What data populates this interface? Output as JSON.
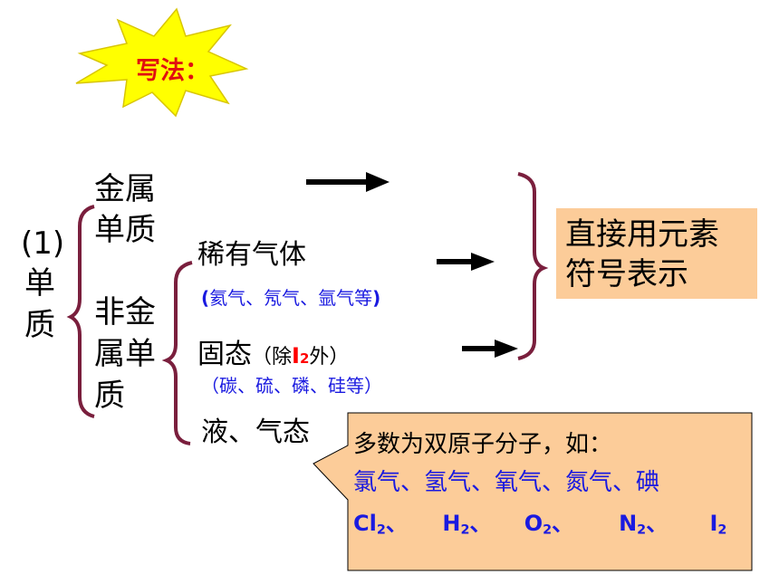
{
  "burst": {
    "text": "写法："
  },
  "left": {
    "num": "(1)",
    "c1": "单",
    "c2": "质"
  },
  "metal": {
    "line1": "金属",
    "line2": "单质"
  },
  "nonmetal": {
    "line1": "非金",
    "line2": "属单",
    "line3": "质"
  },
  "rare_gas": {
    "title": "稀有气体",
    "paren_open": "(",
    "examples": "氦气、氖气、氩气等",
    "paren_close": ")"
  },
  "solid": {
    "title": "固态",
    "note_open": "（除",
    "note_I": "I",
    "note_sub": "2",
    "note_close": "外）",
    "examples": "（碳、硫、磷、硅等）"
  },
  "liquid_gas": {
    "title": "液、气态"
  },
  "result": {
    "line1": "直接用元素",
    "line2": "符号表示"
  },
  "callout": {
    "line1": "多数为双原子分子，如：",
    "line2": "氯气、氢气、氧气、氮气、碘",
    "formulas": [
      {
        "sym": "Cl",
        "sub": "2",
        "sep": "、"
      },
      {
        "sym": "H",
        "sub": "2",
        "sep": "、"
      },
      {
        "sym": "O",
        "sub": "2",
        "sep": "、"
      },
      {
        "sym": "N",
        "sub": "2",
        "sep": "、"
      },
      {
        "sym": "I",
        "sub": "2",
        "sep": ""
      }
    ]
  },
  "colors": {
    "burst_fill": "#ffff00",
    "burst_text": "#e11010",
    "brace": "#7a1f3d",
    "blue": "#1a1ae0",
    "red": "#ff0000",
    "result_bg": "#fccc99",
    "callout_bg": "#fccc99"
  }
}
